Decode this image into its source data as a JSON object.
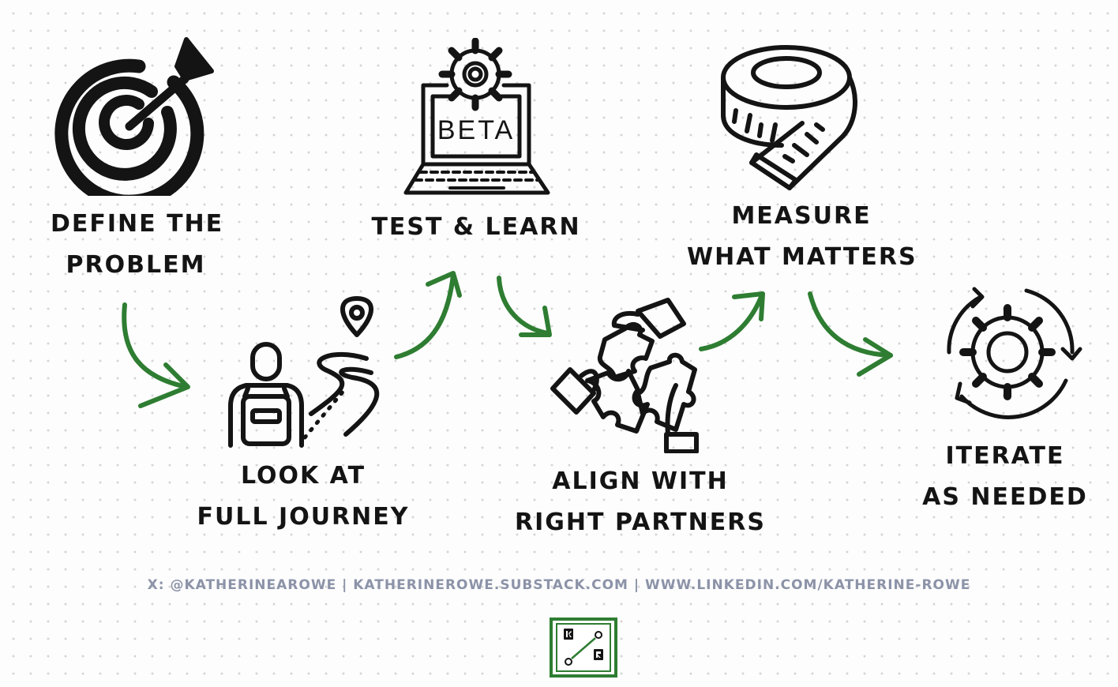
{
  "steps": [
    {
      "line1": "DEFINE THE",
      "line2": "PROBLEM",
      "icon": "target-arrow-icon"
    },
    {
      "line1": "LOOK AT",
      "line2": "FULL JOURNEY",
      "icon": "person-path-icon"
    },
    {
      "line1": "TEST & LEARN",
      "icon": "laptop-beta-gear-icon",
      "screen_text": "BETA"
    },
    {
      "line1": "ALIGN WITH",
      "line2": "RIGHT PARTNERS",
      "icon": "hands-puzzle-icon"
    },
    {
      "line1": "MEASURE",
      "line2": "WHAT MATTERS",
      "icon": "measuring-tape-icon"
    },
    {
      "line1": "ITERATE",
      "line2": "AS NEEDED",
      "icon": "cycle-gear-icon"
    }
  ],
  "footer": {
    "text": "X: @KATHERINEAROWE | KATHERINEROWE.SUBSTACK.COM | WWW.LINKEDIN.COM/KATHERINE-ROWE"
  },
  "colors": {
    "arrow": "#2e7d32",
    "ink": "#141414",
    "footer": "#8c93a8",
    "logo_frame": "#2e7d32"
  }
}
